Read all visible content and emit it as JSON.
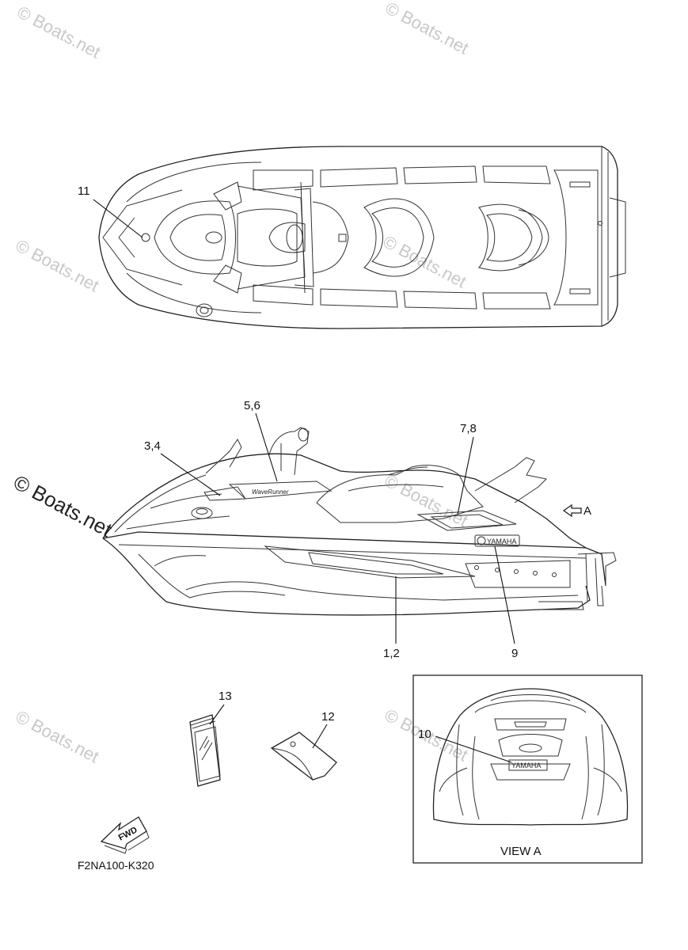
{
  "watermarks": [
    "© Boats.net",
    "© Boats.net",
    "© Boats.net",
    "© Boats.net",
    "© Boats.net",
    "© Boats.net",
    "© Boats.net",
    "© Boats.net"
  ],
  "main_watermark": "© Boats.net",
  "callouts": {
    "c11": "11",
    "c56": "5,6",
    "c34": "3,4",
    "c78": "7,8",
    "cA": "A",
    "c12": "1,2",
    "c9": "9",
    "c13": "13",
    "c12b": "12",
    "c10": "10"
  },
  "view_label": "VIEW A",
  "fwd_label": "FWD",
  "part_code": "F2NA100-K320",
  "decals": {
    "waverunner": "WaveRunner",
    "yamaha_side": "YAMAHA",
    "yamaha_rear": "YAMAHA"
  }
}
